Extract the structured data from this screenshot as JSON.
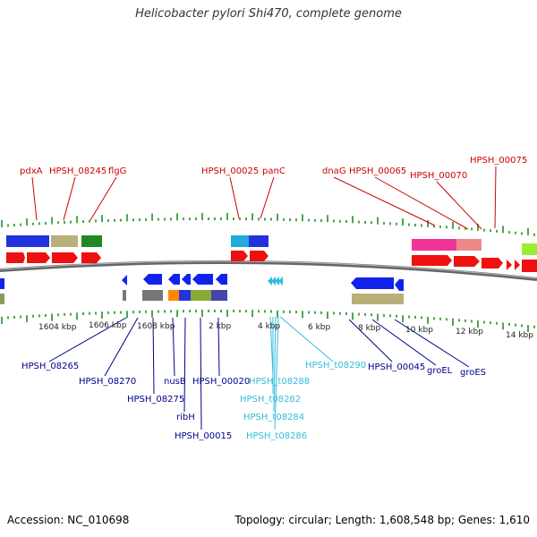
{
  "title": "Helicobacter pylori Shi470, complete genome",
  "footer": {
    "accession": "Accession: NC_010698",
    "summary": "Topology: circular; Length: 1,608,548 bp; Genes: 1,610"
  },
  "colors": {
    "top_label": "#cc0000",
    "bottom_label": "#00008b",
    "trna_label": "#33bbdd",
    "tick": "#118811",
    "backbone": "#666666"
  },
  "scale_labels": [
    "1604 kbp",
    "1606 kbp",
    "1608 kbp",
    "2 kbp",
    "4 kbp",
    "6 kbp",
    "8 kbp",
    "10 kbp",
    "12 kbp",
    "14 kbp"
  ],
  "top_genes": [
    "pdxA",
    "HPSH_08245",
    "flgG",
    "HPSH_00025",
    "panC",
    "dnaG",
    "HPSH_00065",
    "HPSH_00070",
    "HPSH_00075"
  ],
  "bottom_genes": [
    "HPSH_08265",
    "HPSH_08270",
    "HPSH_08275",
    "nusB",
    "ribH",
    "HPSH_00020",
    "HPSH_00015",
    "HPSH_00045",
    "groEL",
    "groES"
  ],
  "trna_genes": [
    "HPSH_t08288",
    "HPSH_t08282",
    "HPSH_t08284",
    "HPSH_t08286",
    "HPSH_t08290"
  ]
}
